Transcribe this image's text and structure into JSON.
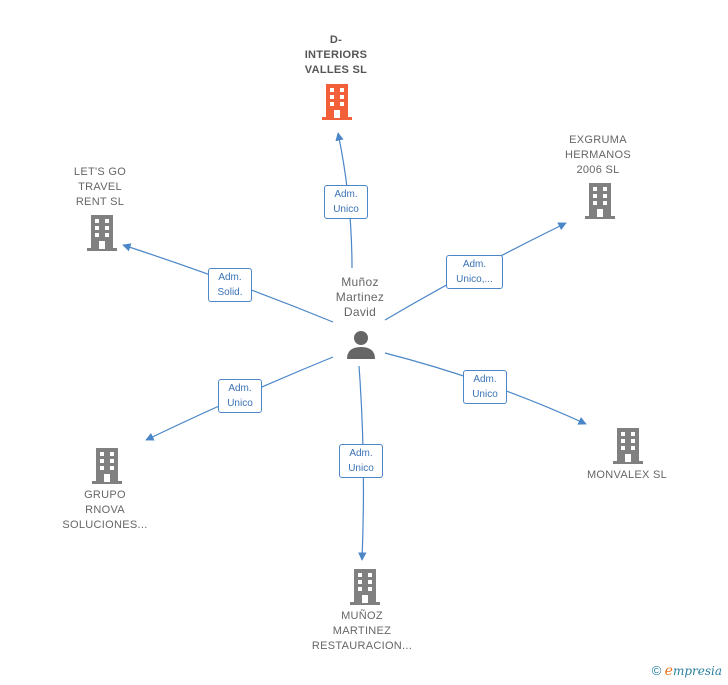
{
  "center": {
    "name": "Muñoz\nMartinez\nDavid",
    "icon": "person-icon"
  },
  "nodes": [
    {
      "label": "D-\nINTERIORS\nVALLES  SL",
      "icon": "building-icon",
      "color": "#f2603a",
      "highlight": true
    },
    {
      "label": "EXGRUMA\nHERMANOS\n2006 SL",
      "icon": "building-icon",
      "color": "#808080"
    },
    {
      "label": "LET'S GO\nTRAVEL\nRENT  SL",
      "icon": "building-icon",
      "color": "#808080"
    },
    {
      "label": "MONVALEX  SL",
      "icon": "building-icon",
      "color": "#808080"
    },
    {
      "label": "GRUPO\nRNOVA\nSOLUCIONES...",
      "icon": "building-icon",
      "color": "#808080"
    },
    {
      "label": "MUÑOZ\nMARTINEZ\nRESTAURACION...",
      "icon": "building-icon",
      "color": "#808080"
    }
  ],
  "edges": [
    {
      "to": "D-INTERIORS VALLES SL",
      "line1": "Adm.",
      "line2": "Unico"
    },
    {
      "to": "EXGRUMA HERMANOS 2006 SL",
      "line1": "Adm.",
      "line2": "Unico,..."
    },
    {
      "to": "LET'S GO TRAVEL RENT SL",
      "line1": "Adm.",
      "line2": "Solid."
    },
    {
      "to": "MONVALEX SL",
      "line1": "Adm.",
      "line2": "Unico"
    },
    {
      "to": "GRUPO RNOVA SOLUCIONES...",
      "line1": "Adm.",
      "line2": "Unico"
    },
    {
      "to": "MUÑOZ MARTINEZ RESTAURACION...",
      "line1": "Adm.",
      "line2": "Unico"
    }
  ],
  "colors": {
    "edge": "#4a86c8",
    "building": "#808080",
    "highlight": "#f2603a",
    "person": "#666666"
  },
  "footer": {
    "copyright": "©",
    "brand_e": "e",
    "brand_rest": "mpresia"
  }
}
